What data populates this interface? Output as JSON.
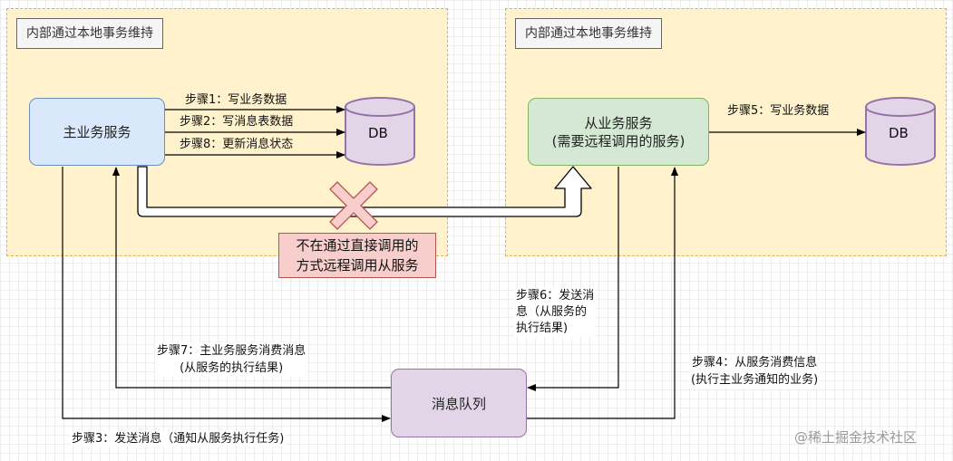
{
  "left_zone": {
    "label": "内部通过本地事务维持"
  },
  "right_zone": {
    "label": "内部通过本地事务维持"
  },
  "main_service": {
    "label": "主业务服务"
  },
  "sub_service": {
    "line1": "从业务服务",
    "line2": "(需要远程调用的服务)"
  },
  "message_queue": {
    "label": "消息队列"
  },
  "db_left": {
    "label": "DB"
  },
  "db_right": {
    "label": "DB"
  },
  "steps": {
    "s1": "步骤1：写业务数据",
    "s2": "步骤2：写消息表数据",
    "s8": "步骤8：更新消息状态",
    "s5": "步骤5：写业务数据",
    "s6_l1": "步骤6：发送消",
    "s6_l2": "息（从服务的",
    "s6_l3": "执行结果)",
    "s7_l1": "步骤7：主业务服务消费消息",
    "s7_l2": "(从服务的执行结果)",
    "s4_l1": "步骤4：从服务消费信息",
    "s4_l2": "(执行主业务通知的业务)",
    "s3": "步骤3：发送消息（通知从服务执行任务)"
  },
  "warning": {
    "line1": "不在通过直接调用的",
    "line2": "方式远程调用从服务"
  },
  "watermark": "@稀土掘金技术社区",
  "colors": {
    "zone_fill": "#fff2cc",
    "zone_border": "#d6b656",
    "main_fill": "#dae8fc",
    "main_border": "#6c8ebf",
    "sub_fill": "#d5e8d4",
    "sub_border": "#82b366",
    "mq_fill": "#e1d5e7",
    "mq_border": "#9673a6",
    "warn_fill": "#f8cecc",
    "warn_border": "#b85450",
    "cross_fill": "#f8cecc",
    "cross_border": "#b85450"
  }
}
